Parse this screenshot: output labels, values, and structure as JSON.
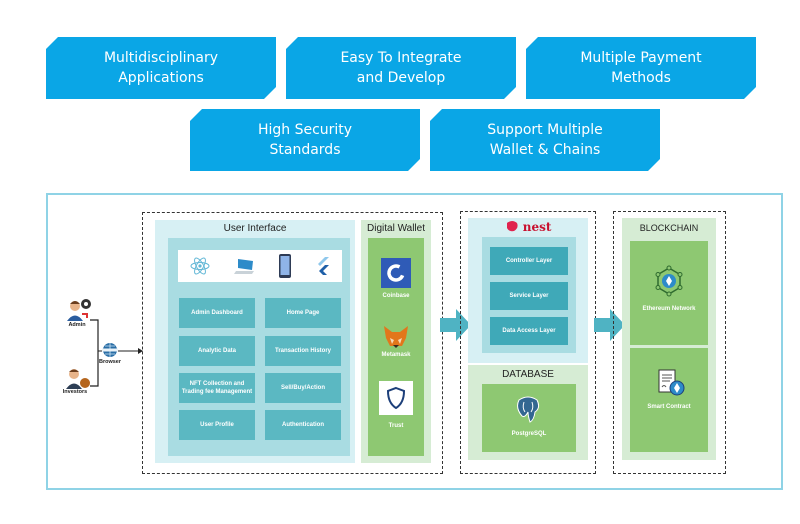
{
  "features": [
    {
      "line1": "Multidisciplinary",
      "line2": "Applications"
    },
    {
      "line1": "Easy To Integrate",
      "line2": "and Develop"
    },
    {
      "line1": "Multiple Payment",
      "line2": "Methods"
    },
    {
      "line1": "High Security",
      "line2": "Standards"
    },
    {
      "line1": "Support Multiple",
      "line2": "Wallet & Chains"
    }
  ],
  "actors": {
    "admin": "Admin",
    "investors": "Investors",
    "browser": "Browser"
  },
  "user_interface": {
    "title": "User Interface",
    "tech_icons": [
      "react-icon",
      "desktop-icon",
      "mobile-icon",
      "flutter-icon"
    ],
    "modules": [
      "Admin Dashboard",
      "Home Page",
      "Analytic Data",
      "Transaction History",
      "NFT Collection and Trading fee Management",
      "Sell/Buy/Action",
      "User Profile",
      "Authentication"
    ]
  },
  "digital_wallet": {
    "title": "Digital Wallet",
    "wallets": [
      "Coinbase",
      "Metamask",
      "Trust"
    ]
  },
  "backend": {
    "framework": "nest",
    "layers": [
      "Controller Layer",
      "Service Layer",
      "Data Access Layer"
    ]
  },
  "database": {
    "title": "DATABASE",
    "engine": "PostgreSQL"
  },
  "blockchain": {
    "title": "BLOCKCHAIN",
    "items": [
      "Ethereum Network",
      "Smart Contract"
    ]
  },
  "colors": {
    "feature_blue": "#0aa6e6",
    "teal": "#5bb8c2",
    "green": "#8ec872",
    "frame": "#8fd3e6"
  }
}
